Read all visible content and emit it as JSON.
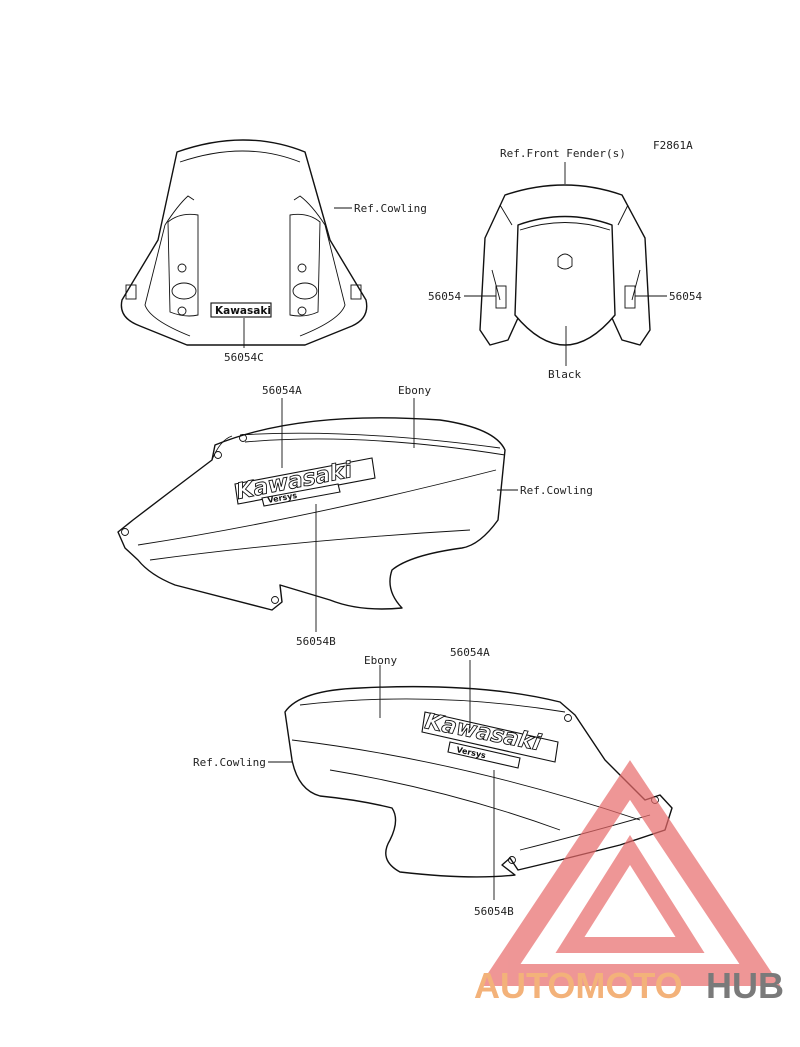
{
  "figure_code": "F2861A",
  "windshield": {
    "ref_label": "Ref.Cowling",
    "decal_text": "Kawasaki",
    "part_number": "56054C"
  },
  "front_fender": {
    "ref_label": "Ref.Front Fender(s)",
    "left_part_number": "56054",
    "right_part_number": "56054",
    "color_label": "Black"
  },
  "left_cowling": {
    "part_number_logo": "56054A",
    "color_label": "Ebony",
    "ref_label": "Ref.Cowling",
    "decal_text": "Kawasaki",
    "sub_decal_text": "Versys",
    "part_number_sub": "56054B"
  },
  "right_cowling": {
    "color_label": "Ebony",
    "part_number_logo": "56054A",
    "ref_label": "Ref.Cowling",
    "decal_text": "Kawasaki",
    "sub_decal_text": "Versys",
    "part_number_sub": "56054B"
  },
  "watermark": {
    "part1": "AUTOMOTO",
    "part2": "HUB",
    "color_main": "#f3b27a",
    "color_accent": "#7a7a7a",
    "logo_color": "#e86a6a"
  }
}
